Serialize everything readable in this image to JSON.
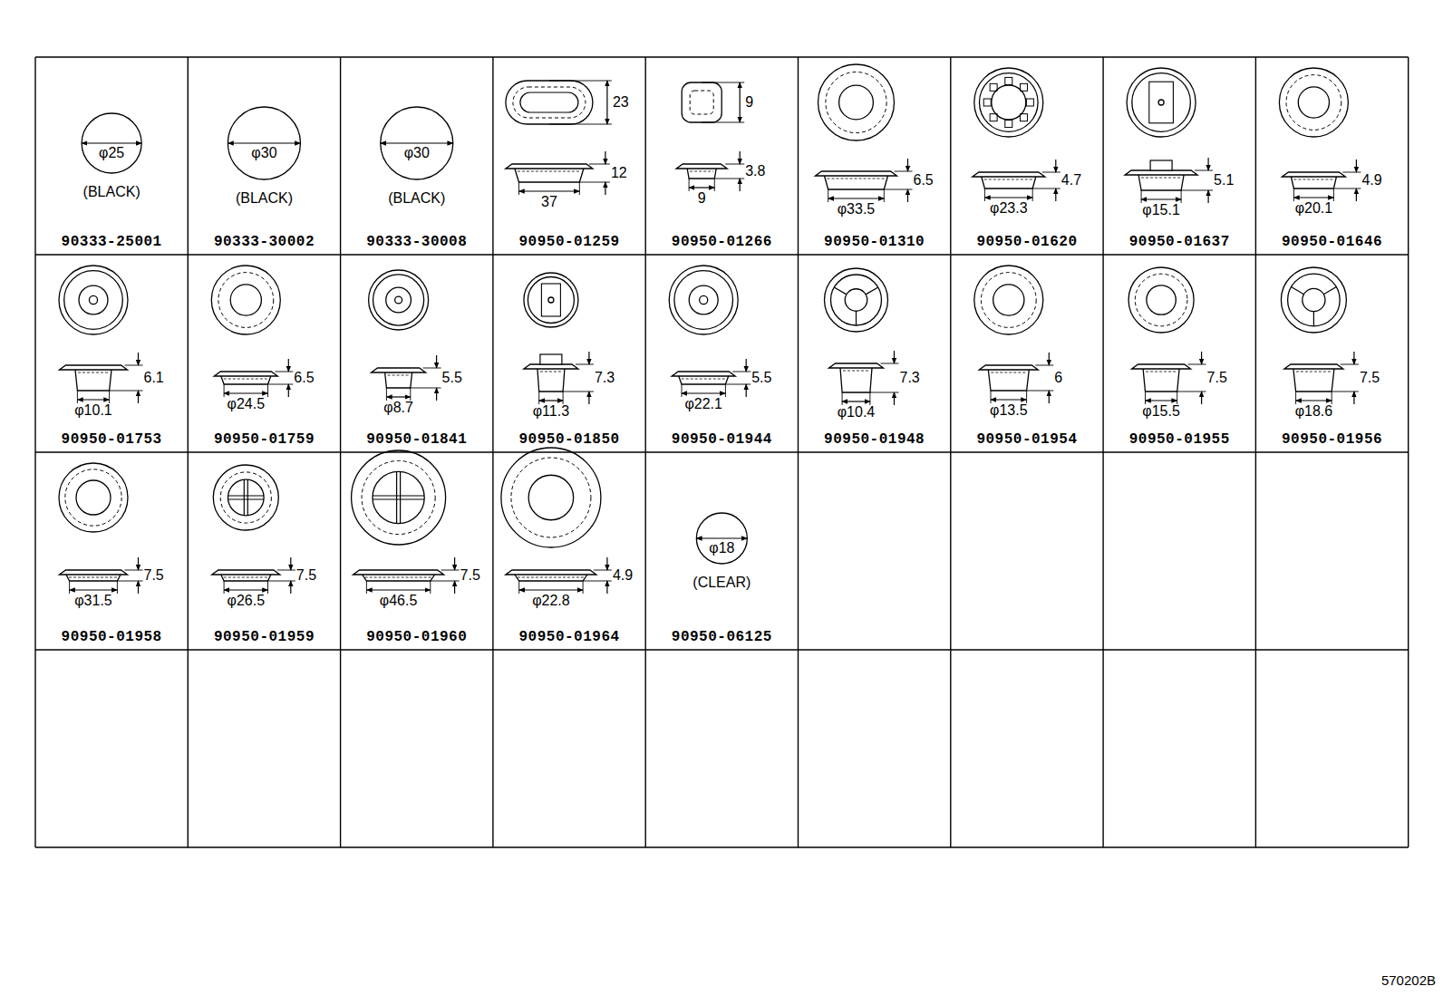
{
  "diagram": {
    "labels": [
      "φ25",
      "(BLACK)",
      "90333-25001",
      "φ30",
      "(BLACK)",
      "90333-30002",
      "φ30",
      "(BLACK)",
      "90333-30008",
      "23",
      "12",
      "37",
      "90950-01259",
      "9",
      "3.8",
      "9",
      "90950-01266",
      "6.5",
      "φ33.5",
      "90950-01310",
      "4.7",
      "φ23.3",
      "90950-01620",
      "5.1",
      "φ15.1",
      "90950-01637",
      "4.9",
      "φ20.1",
      "90950-01646",
      "6.1",
      "φ10.1",
      "90950-01753",
      "6.5",
      "φ24.5",
      "90950-01759",
      "5.5",
      "φ8.7",
      "90950-01841",
      "7.3",
      "φ11.3",
      "90950-01850",
      "5.5",
      "φ22.1",
      "90950-01944",
      "7.3",
      "φ10.4",
      "90950-01948",
      "6",
      "φ13.5",
      "90950-01954",
      "7.5",
      "φ15.5",
      "90950-01955",
      "7.5",
      "φ18.6",
      "90950-01956",
      "7.5",
      "φ31.5",
      "90950-01958",
      "7.5",
      "φ26.5",
      "90950-01959",
      "7.5",
      "φ46.5",
      "90950-01960",
      "4.9",
      "φ22.8",
      "90950-01964",
      "φ18",
      "(CLEAR)",
      "90950-06125",
      "570202B"
    ]
  }
}
